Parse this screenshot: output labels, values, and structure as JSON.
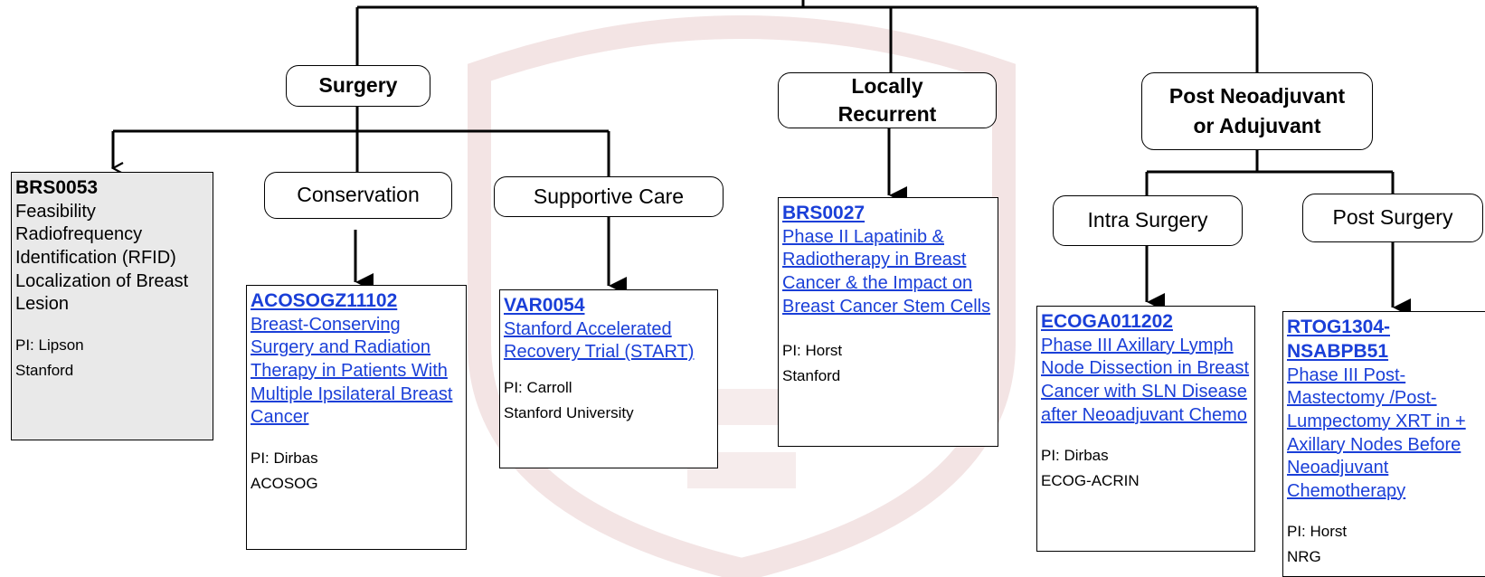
{
  "colors": {
    "link": "#1a3fd8",
    "static_box": "#e9e9e9",
    "watermark": "#f3e4e4"
  },
  "categories": {
    "surgery": "Surgery",
    "locally_recurrent": "Locally\nRecurrent",
    "post_neoadjuvant": "Post Neoadjuvant\nor Adujuvant"
  },
  "subcategories": {
    "conservation": "Conservation",
    "supportive_care": "Supportive Care",
    "intra_surgery": "Intra Surgery",
    "post_surgery": "Post Surgery"
  },
  "trials": [
    {
      "id": "BRS0053",
      "title": "Feasibility Radiofrequency Identification (RFID) Localization of Breast Lesion",
      "pi": "PI: Lipson",
      "org": "Stanford"
    },
    {
      "id": "ACOSOGZ11102",
      "title": "Breast-Conserving Surgery and Radiation Therapy in Patients With Multiple Ipsilateral Breast Cancer",
      "pi": "PI: Dirbas",
      "org": "ACOSOG"
    },
    {
      "id": "VAR0054",
      "title": "Stanford Accelerated Recovery Trial (START)",
      "pi": "PI: Carroll",
      "org": "Stanford University"
    },
    {
      "id": "BRS0027",
      "title": "Phase II Lapatinib & Radiotherapy in Breast Cancer & the Impact on Breast Cancer Stem Cells",
      "pi": "PI: Horst",
      "org": "Stanford"
    },
    {
      "id": "ECOGA011202",
      "title": "Phase III Axillary Lymph Node Dissection in Breast Cancer with SLN Disease after Neoadjuvant Chemo",
      "pi": "PI: Dirbas",
      "org": "ECOG-ACRIN"
    },
    {
      "id": "RTOG1304-NSABPB51",
      "title": "Phase III Post-Mastectomy /Post-Lumpectomy XRT in + Axillary Nodes Before Neoadjuvant Chemotherapy",
      "pi": "PI: Horst",
      "org": "NRG"
    }
  ]
}
